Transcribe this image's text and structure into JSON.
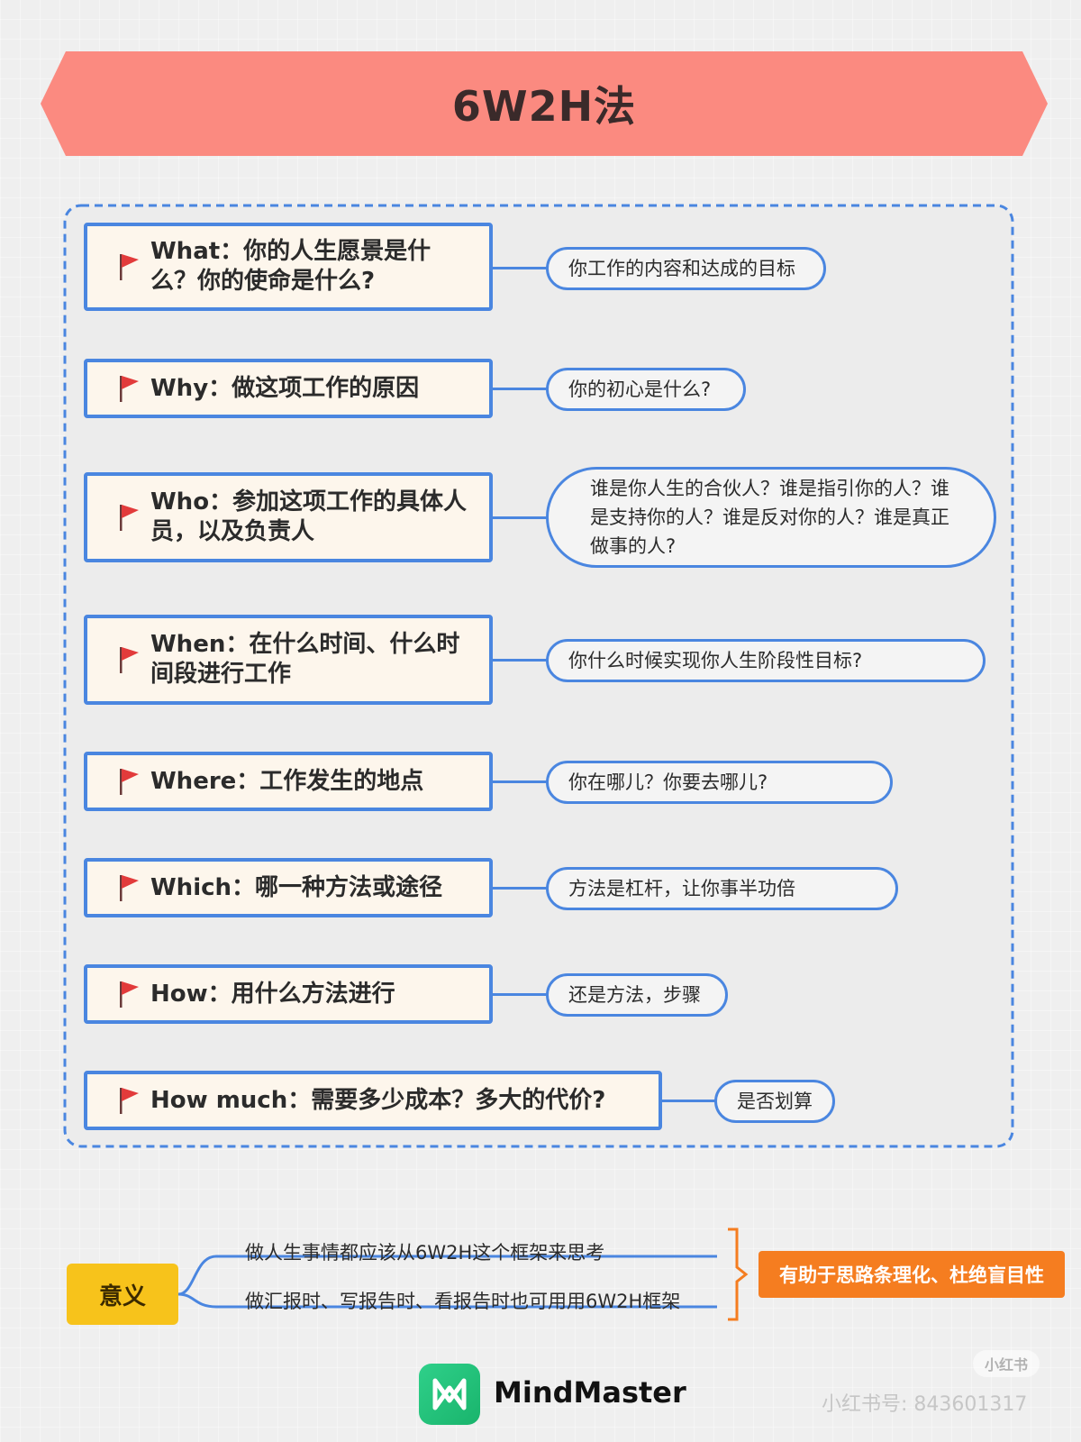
{
  "title": "6W2H法",
  "colors": {
    "banner": "#fb8a80",
    "topic_border": "#4a86e0",
    "topic_fill": "#fdf6ec",
    "flag": "#e23b3b",
    "meaning_fill": "#f7c31b",
    "result_fill": "#f57d20",
    "bracket": "#f57d20",
    "logo": "#1fbf77"
  },
  "topics": [
    {
      "label": "What：你的人生愿景是什么？你的使命是什么?",
      "answer": "你工作的内容和达成的目标"
    },
    {
      "label": "Why：做这项工作的原因",
      "answer": "你的初心是什么?"
    },
    {
      "label": "Who：参加这项工作的具体人员，以及负责人",
      "answer": "谁是你人生的合伙人？谁是指引你的人？谁是支持你的人？谁是反对你的人？谁是真正做事的人?"
    },
    {
      "label": "When：在什么时间、什么时间段进行工作",
      "answer": "你什么时候实现你人生阶段性目标?"
    },
    {
      "label": "Where：工作发生的地点",
      "answer": "你在哪儿？你要去哪儿?"
    },
    {
      "label": "Which：哪一种方法或途径",
      "answer": "方法是杠杆，让你事半功倍"
    },
    {
      "label": "How：用什么方法进行",
      "answer": "还是方法，步骤"
    },
    {
      "label": "How much：需要多少成本？多大的代价?",
      "answer": "是否划算"
    }
  ],
  "meaning": {
    "label": "意义",
    "lines": [
      "做人生事情都应该从6W2H这个框架来思考",
      "做汇报时、写报告时、看报告时也可用用6W2H框架"
    ],
    "result": "有助于思路条理化、杜绝盲目性"
  },
  "logo": {
    "icon": "mindmaster-logo-icon",
    "name": "MindMaster"
  },
  "watermark": {
    "badge": "小红书",
    "id": "小红书号: 843601317"
  }
}
